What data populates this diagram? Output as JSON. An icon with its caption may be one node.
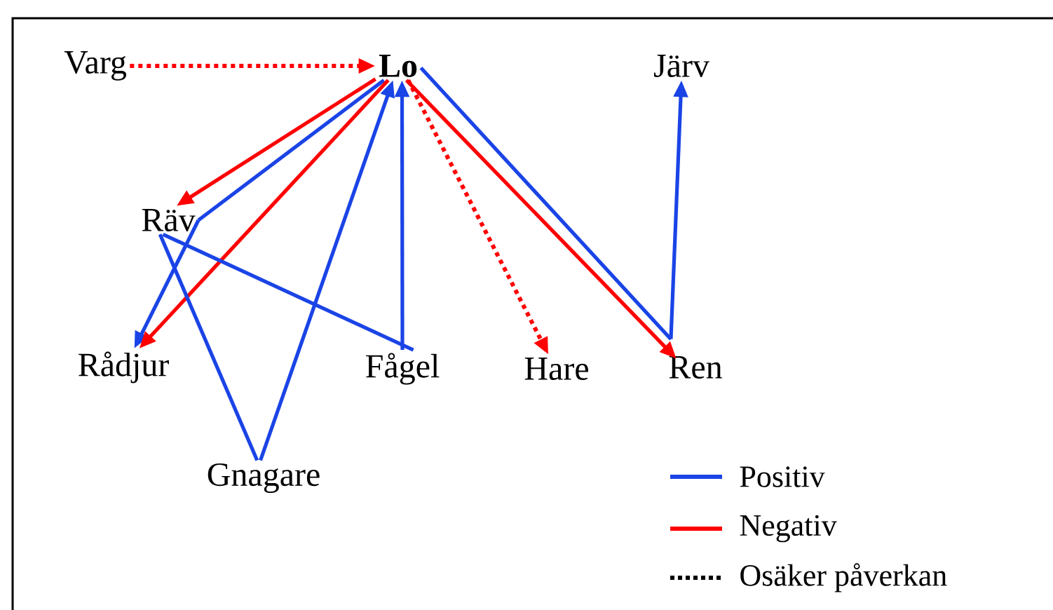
{
  "diagram": {
    "nodes": [
      {
        "text": [
          "Varg"
        ]
      },
      {
        "text": [
          "**Lo**"
        ]
      },
      {
        "text": [
          "Järv"
        ]
      },
      {
        "text": [
          "Räv"
        ]
      },
      {
        "text": [
          "Rådjur"
        ]
      },
      {
        "text": [
          "Fågel"
        ]
      },
      {
        "text": [
          "Hare"
        ]
      },
      {
        "text": [
          "Ren"
        ]
      },
      {
        "text": [
          "Gnagare"
        ]
      }
    ],
    "edges": [
      {
        "from": 0,
        "to": 1,
        "arrow": "to",
        "style": "dashed",
        "color": "#ff0000"
      },
      {
        "from": 1,
        "to": 3,
        "arrow": "to",
        "color": "#ff0000"
      },
      {
        "from": 1,
        "to": 3,
        "arrow": "none"
      },
      {
        "from": 3,
        "to": 4,
        "arrow": "to"
      },
      {
        "from": 1,
        "to": 4,
        "arrow": "to",
        "color": "#ff0000"
      },
      {
        "from": 3,
        "to": 8,
        "arrow": "none"
      },
      {
        "from": 8,
        "to": 1,
        "arrow": "to"
      },
      {
        "from": 3,
        "to": 5,
        "arrow": "none"
      },
      {
        "from": 5,
        "to": 1,
        "arrow": "to"
      },
      {
        "from": 1,
        "to": 6,
        "arrow": "to",
        "style": "dashed",
        "color": "#ff0000"
      },
      {
        "from": 1,
        "to": 7,
        "arrow": "to",
        "color": "#ff0000"
      },
      {
        "from": 1,
        "to": 7,
        "arrow": "none"
      },
      {
        "from": 7,
        "to": 2,
        "arrow": "to"
      }
    ],
    "legend": [
      {
        "text": "Positiv"
      },
      {
        "text": "Negativ"
      },
      {
        "text": "Osäker påverkan"
      }
    ]
  }
}
